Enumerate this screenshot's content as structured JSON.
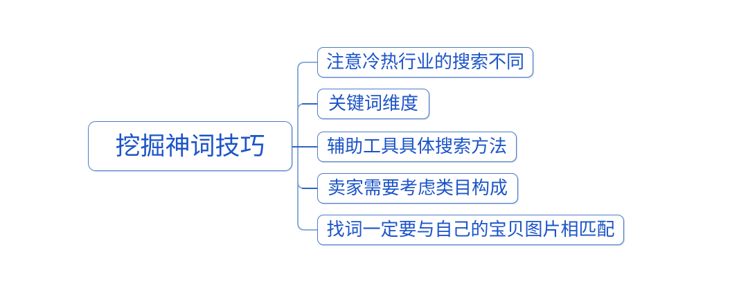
{
  "colors": {
    "node_border": "#4b7bc8",
    "node_text": "#1c54c8",
    "trunk_line": "#7ea3d6",
    "branch_line": "#2e63c4",
    "canvas_bg": "#ffffff"
  },
  "mindmap": {
    "root": {
      "label": "挖掘神词技巧"
    },
    "children": [
      {
        "label": "注意冷热行业的搜索不同"
      },
      {
        "label": "关键词维度"
      },
      {
        "label": "辅助工具具体搜索方法"
      },
      {
        "label": "卖家需要考虑类目构成"
      },
      {
        "label": "找词一定要与自己的宝贝图片相匹配"
      }
    ]
  }
}
